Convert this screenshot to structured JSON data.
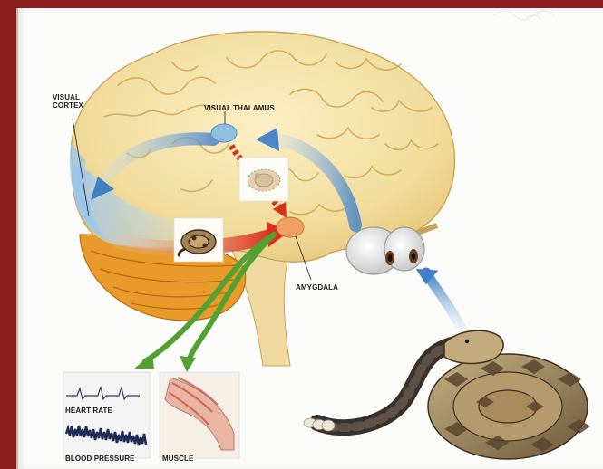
{
  "labels": {
    "visual_cortex_line1": "VISUAL",
    "visual_cortex_line2": "CORTEX",
    "visual_thalamus": "VISUAL THALAMUS",
    "amygdala": "AMYGDALA",
    "heart_rate": "HEART RATE",
    "blood_pressure": "BLOOD PRESSURE",
    "muscle": "MUSCLE"
  },
  "colors": {
    "frame_border": "#8e1f1f",
    "background": "#fbfbf9",
    "brain": "#f3e2a8",
    "cerebellum": "#e89a2a",
    "thalamus": "#8fbfe0",
    "amygdala": "#f0a060",
    "cortex_blue": "#a9cfee",
    "pathway_blue": "#6aa4d8",
    "pathway_red": "#d8321f",
    "pathway_green": "#55a032"
  },
  "icons": [
    "brain-illustration",
    "eye-icon",
    "rattlesnake-illustration",
    "snake-thumbnail-icon",
    "ecg-trace-icon",
    "muscle-leg-icon"
  ]
}
